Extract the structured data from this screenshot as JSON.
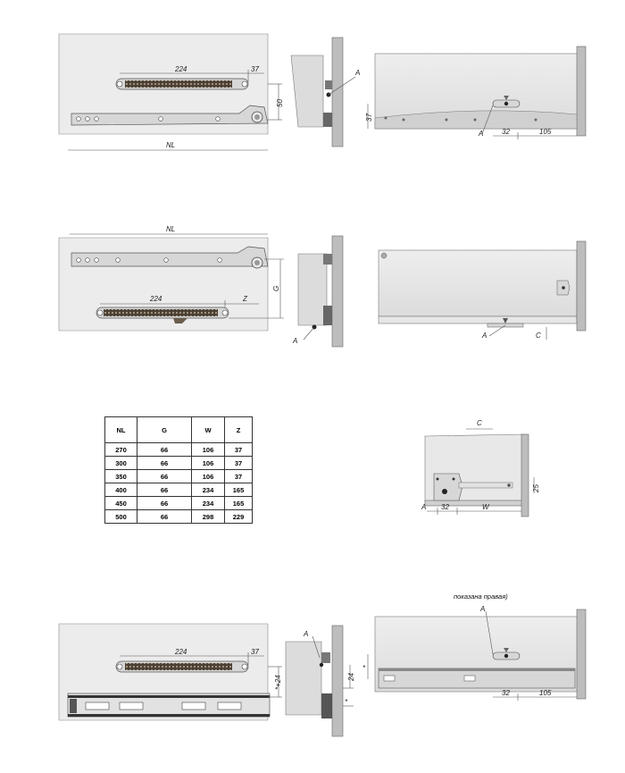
{
  "labels": {
    "d224": "224",
    "d37": "37",
    "d50": "50",
    "nl": "NL",
    "a": "A",
    "d32": "32",
    "d105": "105",
    "g": "G",
    "z": "Z",
    "c": "C",
    "w": "W",
    "d25": "25",
    "d24": "24",
    "d24plus": "+24",
    "star": "*"
  },
  "note": "показана правая)",
  "table": {
    "headers": [
      "NL",
      "G",
      "W",
      "Z"
    ],
    "rows": [
      [
        "270",
        "66",
        "106",
        "37"
      ],
      [
        "300",
        "66",
        "106",
        "37"
      ],
      [
        "350",
        "66",
        "106",
        "37"
      ],
      [
        "400",
        "66",
        "234",
        "165"
      ],
      [
        "450",
        "66",
        "234",
        "165"
      ],
      [
        "500",
        "66",
        "298",
        "229"
      ]
    ]
  },
  "colors": {
    "panel": "#ececec",
    "rail": "#d7d7d7",
    "damper": "#6b5e4e",
    "post": "#bdbdbd",
    "line": "#333333"
  }
}
